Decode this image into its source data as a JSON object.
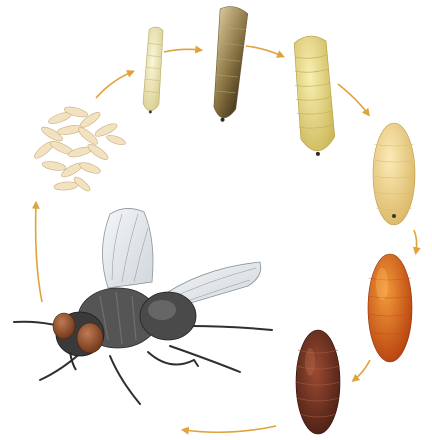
{
  "diagram": {
    "stages": [
      {
        "id": "eggs",
        "icon": "egg-cluster-icon"
      },
      {
        "id": "larva-first-instar",
        "icon": "larva-icon"
      },
      {
        "id": "larva-second-instar",
        "icon": "larva-icon"
      },
      {
        "id": "larva-third-instar",
        "icon": "larva-icon"
      },
      {
        "id": "prepupa",
        "icon": "pupa-icon"
      },
      {
        "id": "pupa-early",
        "icon": "pupa-icon"
      },
      {
        "id": "pupa-late",
        "icon": "pupa-icon"
      },
      {
        "id": "adult-fly",
        "icon": "fly-icon"
      }
    ],
    "colors": {
      "arrow": "#e0a23a",
      "egg": "#f3e2c0",
      "larva_pale": "#efe6b4",
      "larva_dark": "#9c8850",
      "larva_yellow": "#e6d77e",
      "prepupa": "#f2d78f",
      "pupa_orange": "#d9561a",
      "pupa_brown": "#6b2a1a",
      "fly_body": "#4a4a4a",
      "fly_eye": "#8a4a2a",
      "wing": "#e8ecef"
    }
  }
}
